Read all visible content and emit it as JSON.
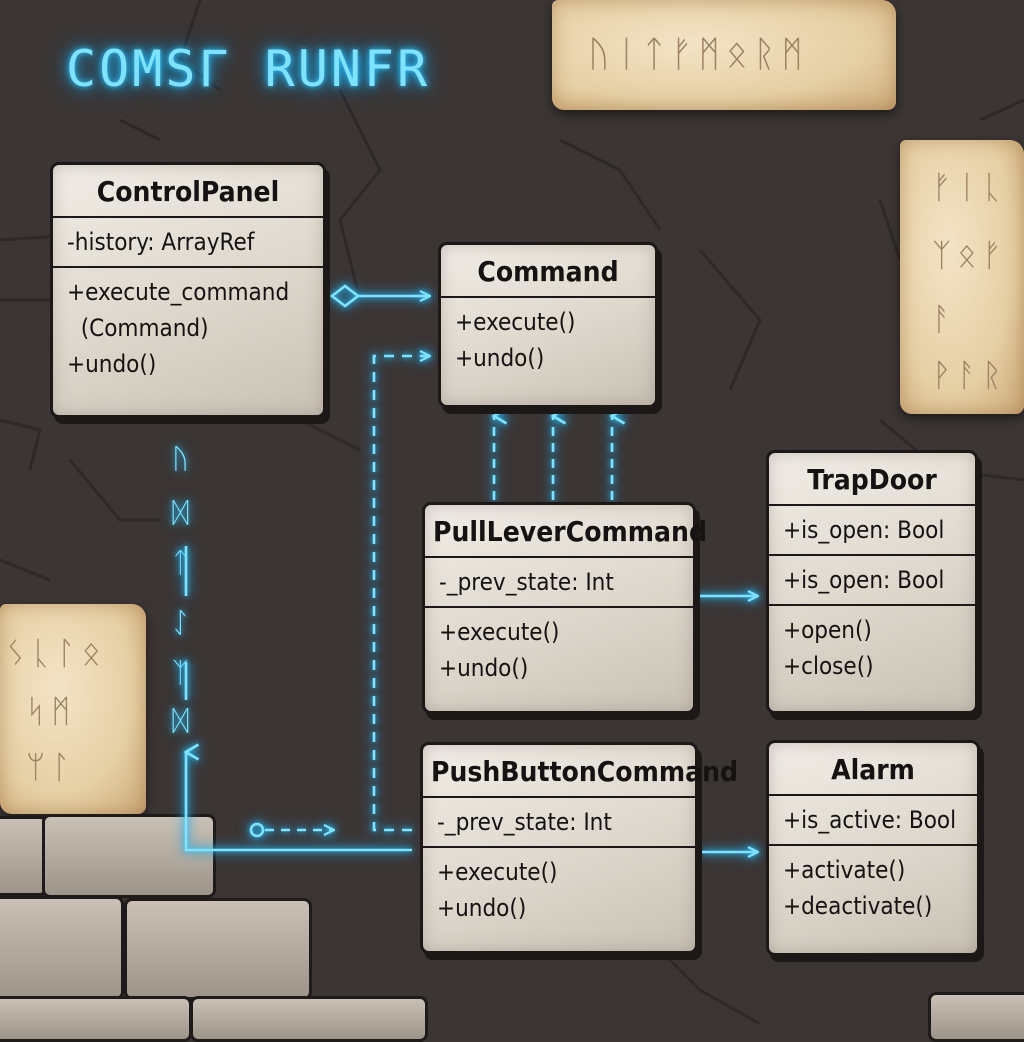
{
  "diagram": {
    "title": "COMSΓ RUNFR",
    "accent_color": "#7fe3ff",
    "classes": [
      {
        "key": "control_panel",
        "name": "ControlPanel",
        "attributes": [
          "-history: ArrayRef"
        ],
        "methods": [
          "+execute_command",
          "  (Command)",
          "+undo()"
        ]
      },
      {
        "key": "command",
        "name": "Command",
        "attributes": [],
        "methods": [
          "+execute()",
          "+undo()"
        ]
      },
      {
        "key": "pull_lever_command",
        "name": "PullLeverCommand",
        "attributes": [
          "-_prev_state: Int"
        ],
        "methods": [
          "+execute()",
          "+undo()"
        ]
      },
      {
        "key": "trap_door",
        "name": "TrapDoor",
        "attributes": [
          "+is_open: Bool",
          "+is_open: Bool"
        ],
        "methods": [
          "+open()",
          "+close()"
        ]
      },
      {
        "key": "push_button_command",
        "name": "PushButtonCommand",
        "attributes": [
          "-_prev_state: Int"
        ],
        "methods": [
          "+execute()",
          "+undo()"
        ]
      },
      {
        "key": "alarm",
        "name": "Alarm",
        "attributes": [
          "+is_active: Bool"
        ],
        "methods": [
          "+activate()",
          "+deactivate()"
        ]
      }
    ],
    "relationships": [
      {
        "from": "control_panel",
        "to": "command",
        "type": "aggregation"
      },
      {
        "from": "push_button_command",
        "to": "command",
        "type": "dependency"
      },
      {
        "from": "pull_lever_command",
        "to": "command",
        "type": "realization"
      },
      {
        "from": "pull_lever_command",
        "to": "trap_door",
        "type": "association"
      },
      {
        "from": "push_button_command",
        "to": "alarm",
        "type": "association"
      },
      {
        "from": "push_button_command",
        "to": "control_panel",
        "type": "association"
      }
    ],
    "decorations": {
      "top_scroll_runes": "ᚢᛁᛏᚠᛗᛟᚱᛗ",
      "right_scroll_runes": [
        "ᚠᛁᚳ",
        "ᛉᛟᚠ",
        "ᚨ",
        "ᚹᚨᚱ"
      ],
      "left_scroll_runes": [
        "ᛊᚳᛚᛟ",
        "ᛋᛗ",
        "ᛘᛚ"
      ],
      "vertical_glow_runes": [
        "ᚢ",
        "ᛞ",
        "ᛏ",
        "ᛇ",
        "ᛉ",
        "ᛞ"
      ]
    }
  }
}
